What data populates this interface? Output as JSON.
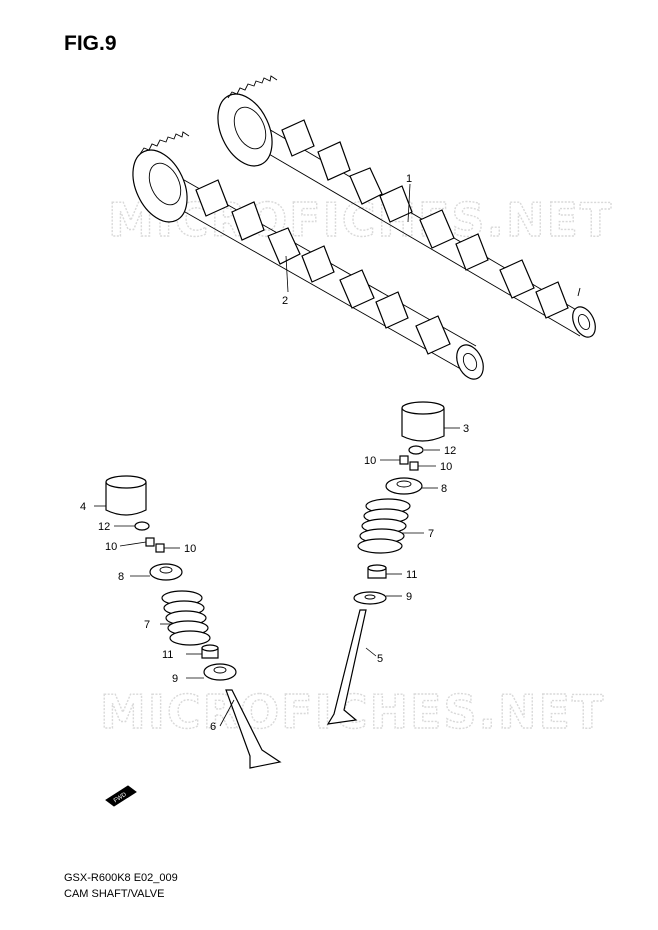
{
  "figure": {
    "title": "FIG.9"
  },
  "footer": {
    "code": "GSX-R600K8 E02_009",
    "caption": "CAM SHAFT/VALVE"
  },
  "watermark": {
    "text": "MICROFICHES.NET",
    "color": "#d9d9d9"
  },
  "fwd_marker": {
    "text": "FWD"
  },
  "callouts": {
    "c1": "1",
    "c2": "2",
    "c3": "3",
    "c4": "4",
    "c5": "5",
    "c6": "6",
    "c7r": "7",
    "c7l": "7",
    "c8r": "8",
    "c8l": "8",
    "c9r": "9",
    "c9l": "9",
    "c10ra": "10",
    "c10rb": "10",
    "c10la": "10",
    "c10lb": "10",
    "c11r": "11",
    "c11l": "11",
    "c12r": "12",
    "c12l": "12"
  }
}
